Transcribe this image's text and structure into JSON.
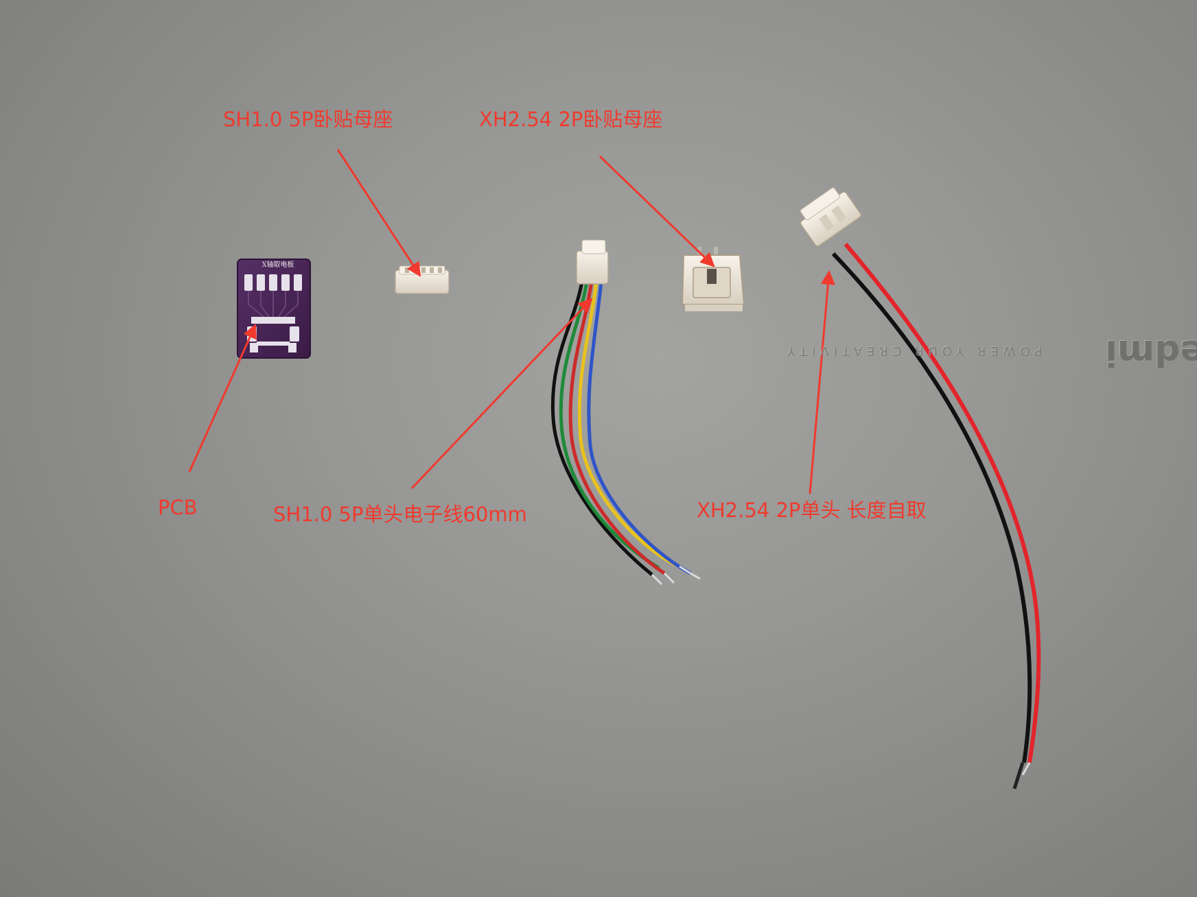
{
  "labels": {
    "sh_socket": "SH1.0 5P卧贴母座",
    "xh_socket": "XH2.54 2P卧贴母座",
    "pcb": "PCB",
    "sh_cable": "SH1.0 5P单头电子线60mm",
    "xh_cable": "XH2.54 2P单头 长度自取"
  },
  "pcb_silkscreen": "X轴取电板",
  "surface_text": {
    "tagline": "POWER YOUR CREATIVITY",
    "brand": "Redmi"
  },
  "colors": {
    "annotation": "#f03a2e",
    "surface": "#949492",
    "pcb": "#4a2356",
    "connector": "#f2ece2"
  }
}
